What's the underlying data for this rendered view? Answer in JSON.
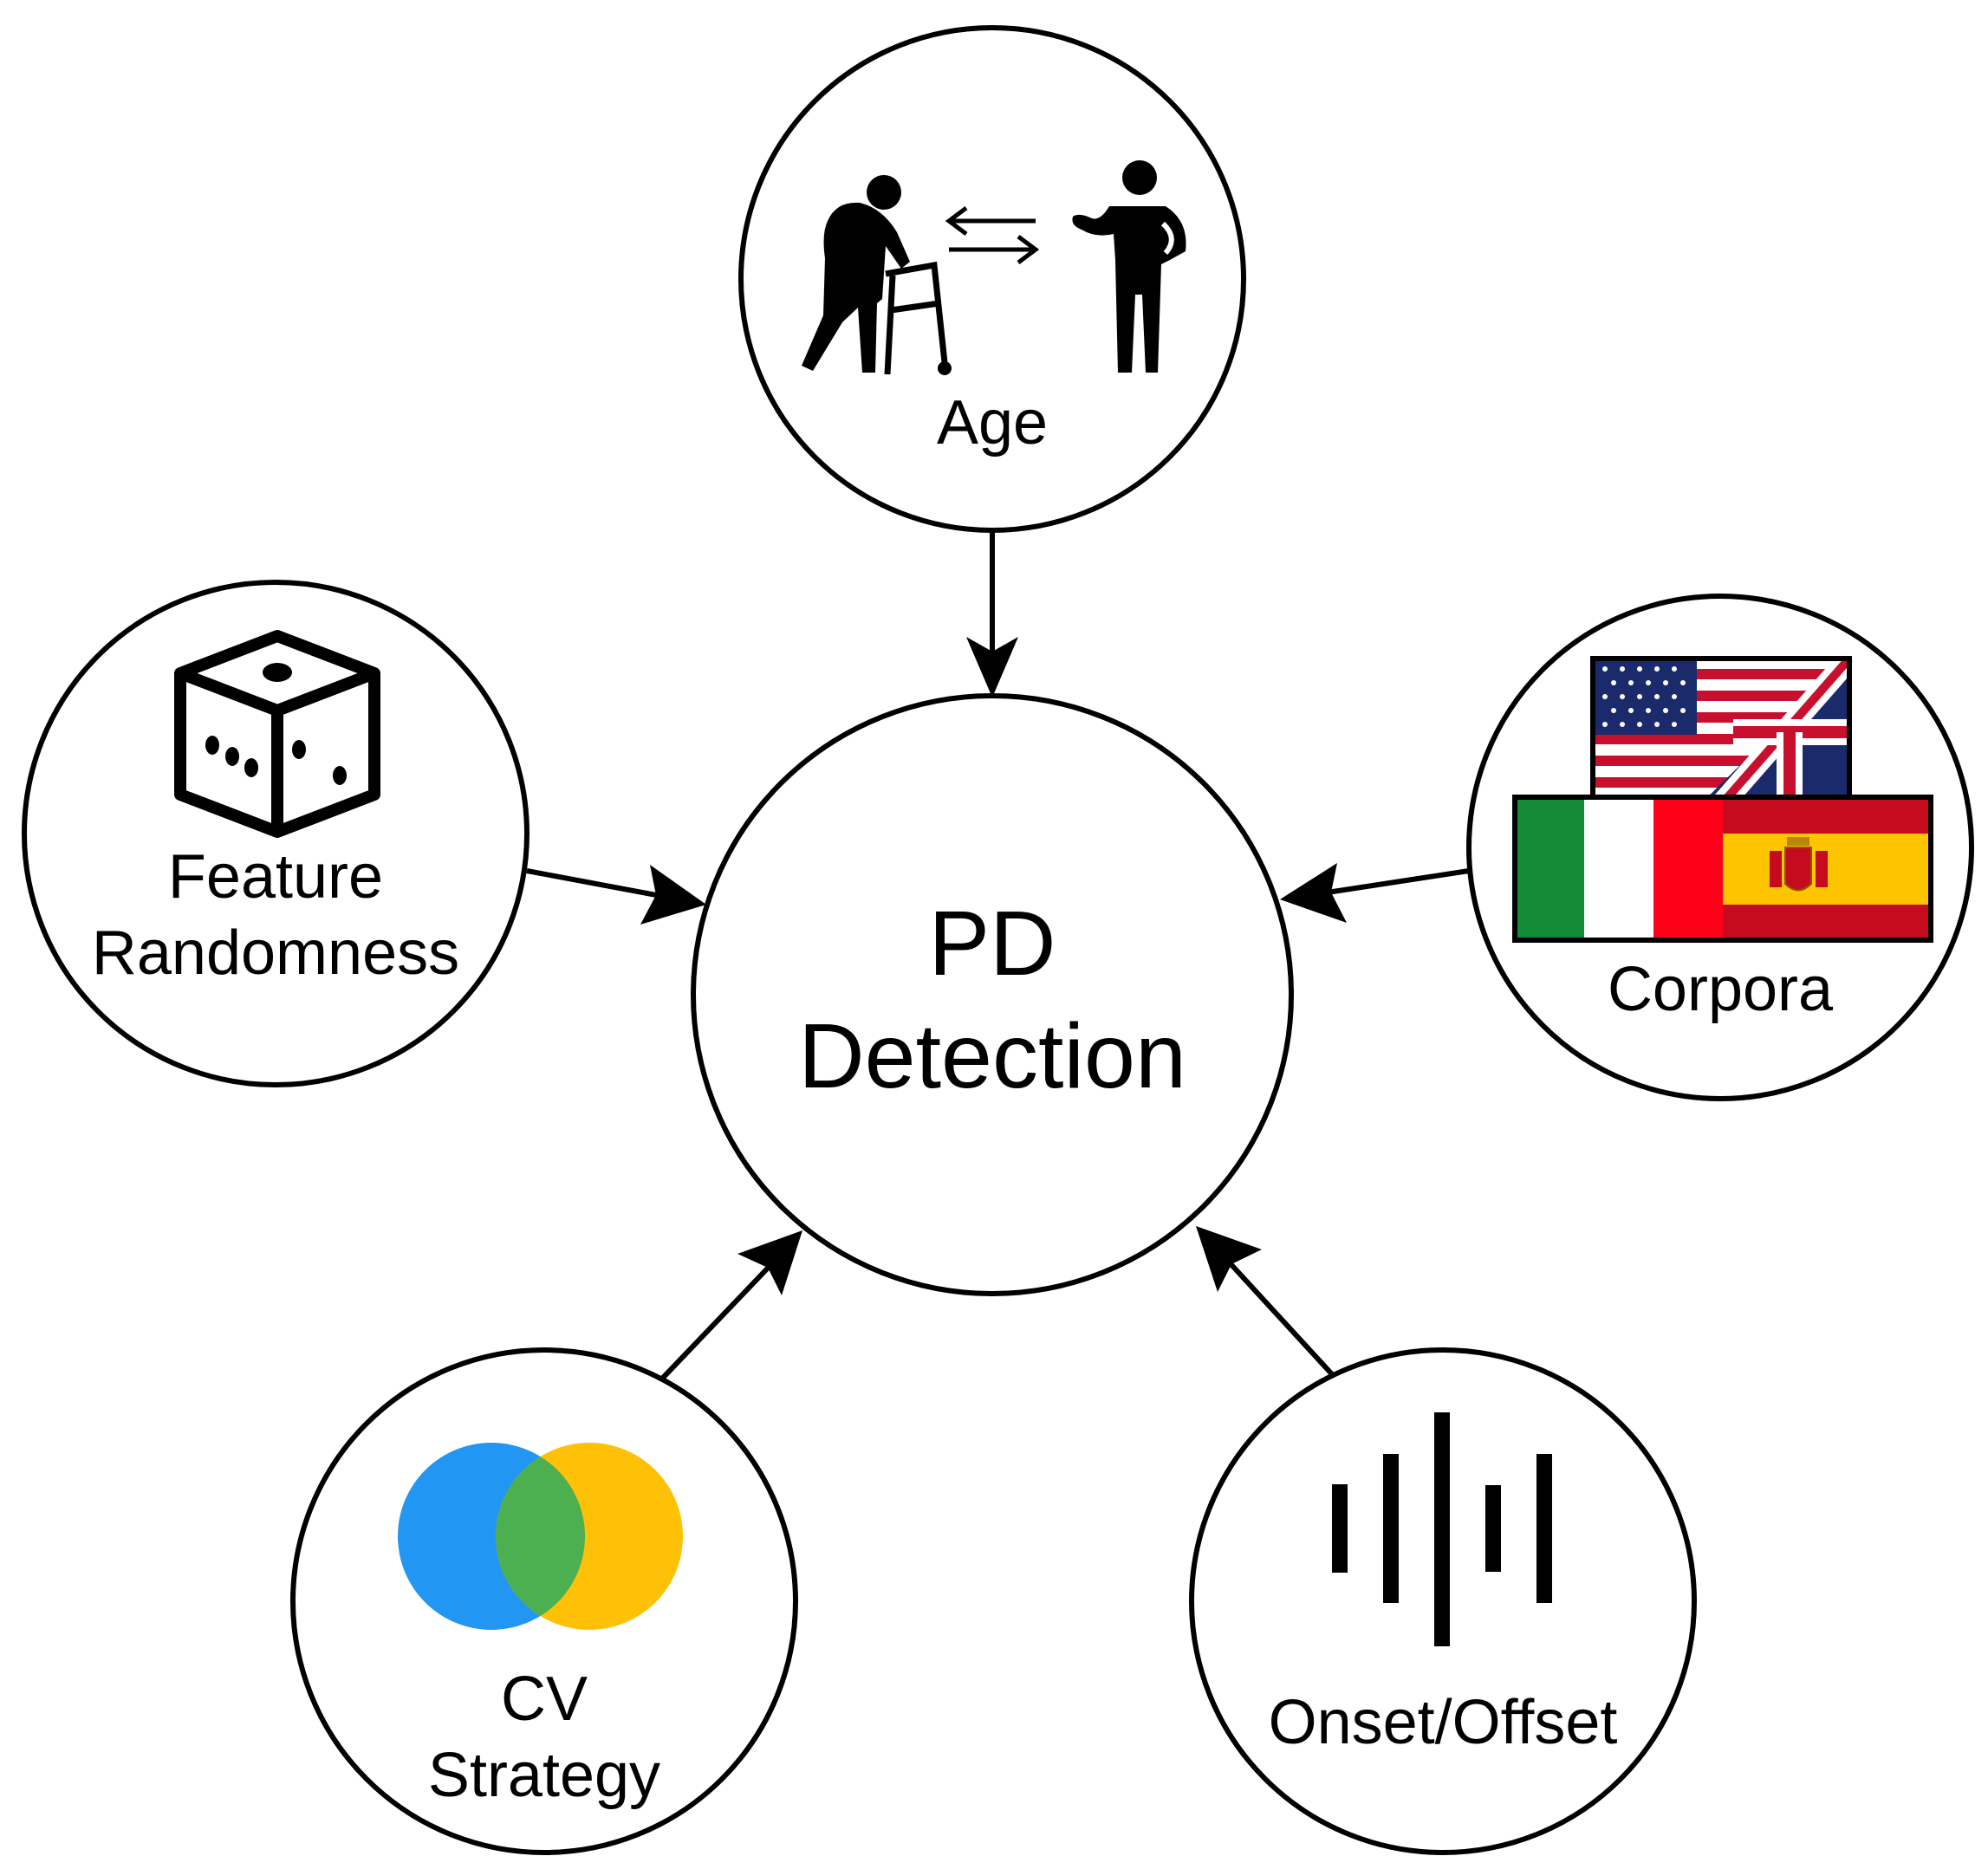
{
  "center": {
    "line1": "PD",
    "line2": "Detection"
  },
  "nodes": {
    "age": {
      "label": "Age",
      "icon": "elderly-with-walker-and-person-icon"
    },
    "feature": {
      "line1": "Feature",
      "line2": "Randomness",
      "icon": "dice-icon"
    },
    "corpora": {
      "label": "Corpora",
      "icon": "flags-icon"
    },
    "cv": {
      "line1": "CV",
      "line2": "Strategy",
      "icon": "venn-diagram-icon"
    },
    "onset": {
      "label": "Onset/Offset",
      "icon": "audio-waveform-icon"
    }
  },
  "colors": {
    "stroke": "#000000",
    "venn_blue": "#2196F3",
    "venn_yellow": "#FFC107",
    "venn_overlap": "#4CAF50",
    "italy_green": "#138A36",
    "italy_red": "#FF0019",
    "spain_red": "#C60B1E",
    "spain_yellow": "#FFC400",
    "us_red": "#C8102E",
    "navy": "#1B2A6B"
  }
}
